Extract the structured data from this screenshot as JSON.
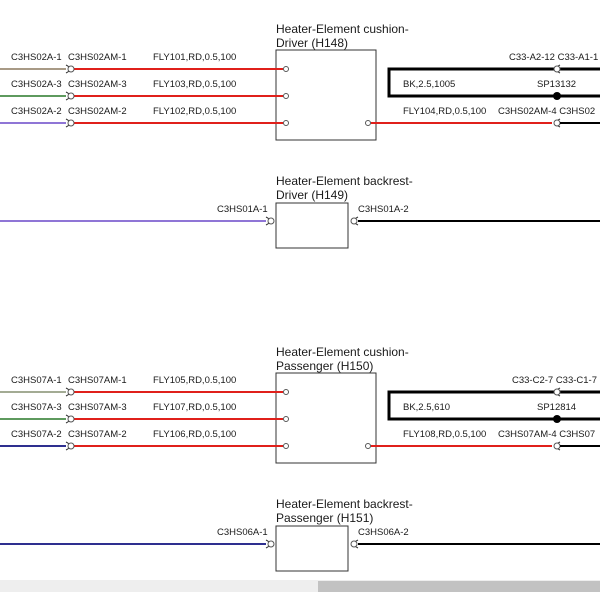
{
  "colors": {
    "red": "#e0201b",
    "black": "#000000",
    "brown_tan": "#a89a86",
    "green": "#5e9a5e",
    "purple": "#8f75d6",
    "gray_green": "#a3ab94",
    "dark_blue": "#2e2f8f"
  },
  "blocks": [
    {
      "id": "h148",
      "title_line1": "Heater-Element cushion-",
      "title_line2": "Driver (H148)",
      "rows": [
        {
          "left_conn": "C3HS02A-1",
          "left_conn_m": "C3HS02AM-1",
          "wire": "FLY101,RD,0.5,100"
        },
        {
          "left_conn": "C3HS02A-3",
          "left_conn_m": "C3HS02AM-3",
          "wire": "FLY103,RD,0.5,100"
        },
        {
          "left_conn": "C3HS02A-2",
          "left_conn_m": "C3HS02AM-2",
          "wire": "FLY102,RD,0.5,100"
        }
      ],
      "right": {
        "top_conn": "C33-A2-12 C33-A1-1",
        "bk_wire": "BK,2.5,1005",
        "splice": "SP13132",
        "out_wire": "FLY104,RD,0.5,100",
        "out_conn": "C3HS02AM-4 C3HS02"
      }
    },
    {
      "id": "h150",
      "title_line1": "Heater-Element cushion-",
      "title_line2": "Passenger (H150)",
      "rows": [
        {
          "left_conn": "C3HS07A-1",
          "left_conn_m": "C3HS07AM-1",
          "wire": "FLY105,RD,0.5,100"
        },
        {
          "left_conn": "C3HS07A-3",
          "left_conn_m": "C3HS07AM-3",
          "wire": "FLY107,RD,0.5,100"
        },
        {
          "left_conn": "C3HS07A-2",
          "left_conn_m": "C3HS07AM-2",
          "wire": "FLY106,RD,0.5,100"
        }
      ],
      "right": {
        "top_conn": "C33-C2-7 C33-C1-7",
        "bk_wire": "BK,2.5,610",
        "splice": "SP12814",
        "out_wire": "FLY108,RD,0.5,100",
        "out_conn": "C3HS07AM-4 C3HS07"
      }
    }
  ],
  "backrests": [
    {
      "id": "h149",
      "title_line1": "Heater-Element backrest-",
      "title_line2": "Driver (H149)",
      "left_conn": "C3HS01A-1",
      "right_conn": "C3HS01A-2"
    },
    {
      "id": "h151",
      "title_line1": "Heater-Element backrest-",
      "title_line2": "Passenger (H151)",
      "left_conn": "C3HS06A-1",
      "right_conn": "C3HS06A-2"
    }
  ]
}
